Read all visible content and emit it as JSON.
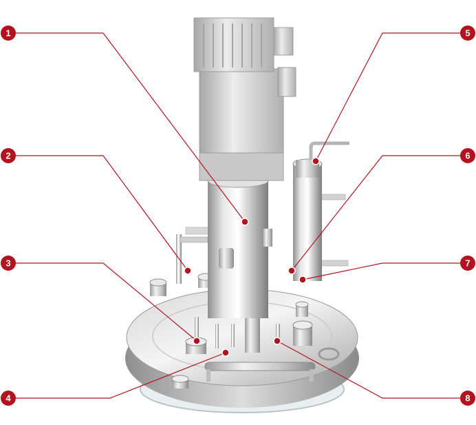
{
  "figure": {
    "subject": "bioreactor-headplate-assembly",
    "accent_color": "#b3131f",
    "leader_color": "#b3131f",
    "callouts": [
      {
        "number": "1"
      },
      {
        "number": "2"
      },
      {
        "number": "3"
      },
      {
        "number": "4"
      },
      {
        "number": "5"
      },
      {
        "number": "6"
      },
      {
        "number": "7"
      },
      {
        "number": "8"
      }
    ]
  }
}
